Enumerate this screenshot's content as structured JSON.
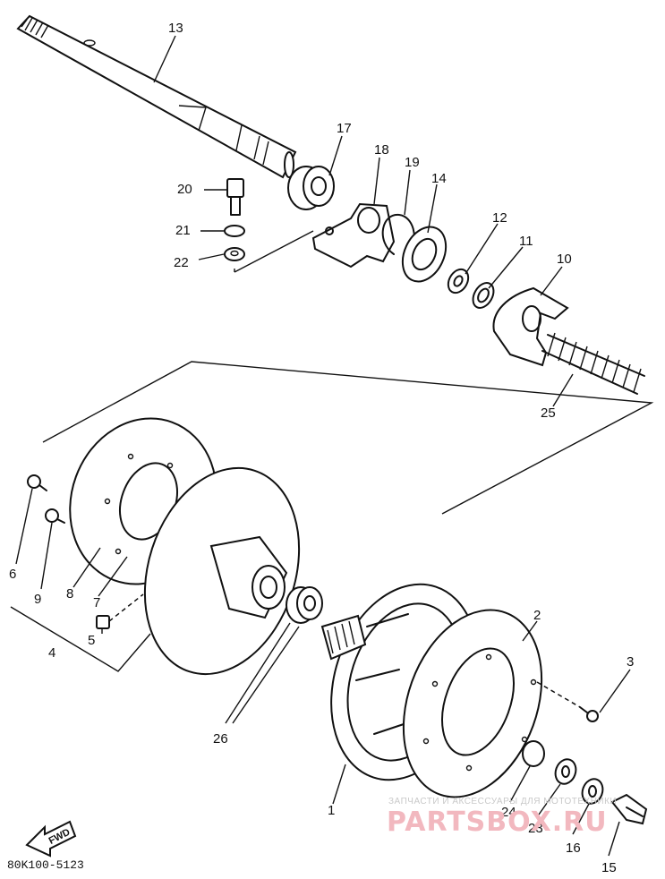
{
  "diagram_code": "80K100-5123",
  "fwd_label": "FWD",
  "watermark": {
    "line1": "ЗАПЧАСТИ И АКСЕССУАРЫ ДЛЯ МОТОТЕХНИКИ",
    "line2": "PARTSBOX.RU"
  },
  "part_numbers": {
    "p1": "1",
    "p2": "2",
    "p3": "3",
    "p4": "4",
    "p5": "5",
    "p6": "6",
    "p7": "7",
    "p8": "8",
    "p9": "9",
    "p10": "10",
    "p11": "11",
    "p12": "12",
    "p13": "13",
    "p14": "14",
    "p15": "15",
    "p16": "16",
    "p17": "17",
    "p18": "18",
    "p19": "19",
    "p20": "20",
    "p21": "21",
    "p22": "22",
    "p23": "23",
    "p24": "24",
    "p25": "25",
    "p26": "26"
  }
}
